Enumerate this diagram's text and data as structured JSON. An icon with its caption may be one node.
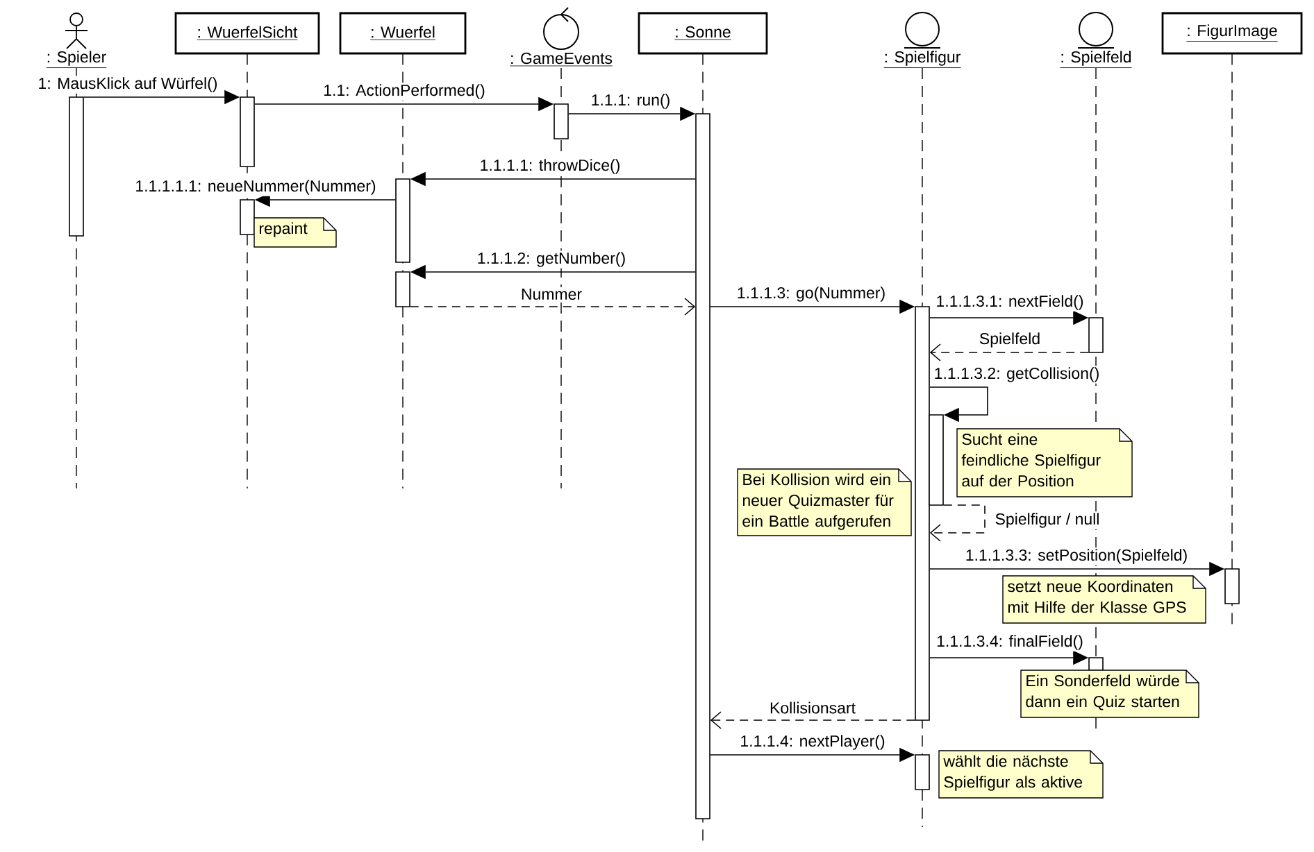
{
  "diagram": {
    "nodes": [
      {
        "text": [
          ": Spieler"
        ]
      },
      {
        "text": [
          ": WuerfelSicht"
        ]
      },
      {
        "text": [
          ": Wuerfel"
        ]
      },
      {
        "text": [
          ": GameEvents"
        ]
      },
      {
        "text": [
          ": Sonne"
        ]
      },
      {
        "text": [
          ": Spielfigur"
        ]
      },
      {
        "text": [
          ": Spielfeld"
        ]
      },
      {
        "text": [
          ": FigurImage"
        ]
      },
      {
        "text": [],
        "shape": "bar"
      },
      {
        "text": [],
        "shape": "bar"
      },
      {
        "text": [],
        "shape": "bar"
      },
      {
        "text": [],
        "shape": "bar"
      },
      {
        "text": [],
        "shape": "bar"
      },
      {
        "text": [],
        "shape": "bar"
      },
      {
        "text": [],
        "shape": "bar"
      },
      {
        "text": [],
        "shape": "bar"
      },
      {
        "text": [],
        "shape": "bar"
      },
      {
        "text": [],
        "shape": "bar"
      },
      {
        "text": [],
        "shape": "bar"
      },
      {
        "text": [],
        "shape": "bar"
      },
      {
        "text": [],
        "shape": "bar"
      },
      {
        "text": [
          "repaint"
        ]
      },
      {
        "text": [
          "Sucht eine feindliche Spielfigur auf der Position"
        ]
      },
      {
        "text": [
          "Bei Kollision wird ein neuer Quizmaster für ein Battle aufgerufen"
        ]
      },
      {
        "text": [
          "setzt neue Koordinaten mit Hilfe der Klasse GPS"
        ]
      },
      {
        "text": [
          "Ein Sonderfeld würde dann ein Quiz starten"
        ]
      },
      {
        "text": [
          "wählt die nächste Spielfigur als aktive"
        ]
      }
    ],
    "edges": [
      {
        "from": 8,
        "to": 9,
        "arrow": "to",
        "label": "1: MausKlick auf Würfel()"
      },
      {
        "from": 9,
        "to": 13,
        "arrow": "to",
        "label": "1.1: ActionPerformed()"
      },
      {
        "from": 13,
        "to": 14,
        "arrow": "to",
        "label": "1.1.1: run()"
      },
      {
        "from": 14,
        "to": 11,
        "arrow": "to",
        "label": "1.1.1.1: throwDice()"
      },
      {
        "from": 11,
        "to": 10,
        "arrow": "to",
        "label": "1.1.1.1.1: neueNummer(Nummer)"
      },
      {
        "from": 14,
        "to": 12,
        "arrow": "to",
        "label": "1.1.1.2: getNumber()"
      },
      {
        "from": 12,
        "to": 14,
        "arrow": "to",
        "label": "Nummer",
        "style": "dashed"
      },
      {
        "from": 14,
        "to": 15,
        "arrow": "to",
        "label": "1.1.1.3: go(Nummer)"
      },
      {
        "from": 15,
        "to": 18,
        "arrow": "to",
        "label": "1.1.1.3.1: nextField()"
      },
      {
        "from": 18,
        "to": 15,
        "arrow": "to",
        "label": "Spielfeld",
        "style": "dashed"
      },
      {
        "from": 15,
        "to": 16,
        "arrow": "to",
        "label": "1.1.1.3.2: getCollision()"
      },
      {
        "from": 16,
        "to": 15,
        "arrow": "to",
        "label": "Spielfigur / null",
        "style": "dashed"
      },
      {
        "from": 15,
        "to": 20,
        "arrow": "to",
        "label": "1.1.1.3.3: setPosition(Spielfeld)"
      },
      {
        "from": 15,
        "to": 19,
        "arrow": "to",
        "label": "1.1.1.3.4: finalField()"
      },
      {
        "from": 15,
        "to": 14,
        "arrow": "to",
        "label": "Kollisionsart",
        "style": "dashed"
      },
      {
        "from": 14,
        "to": 17,
        "arrow": "to",
        "label": "1.1.1.4: nextPlayer()"
      }
    ]
  }
}
